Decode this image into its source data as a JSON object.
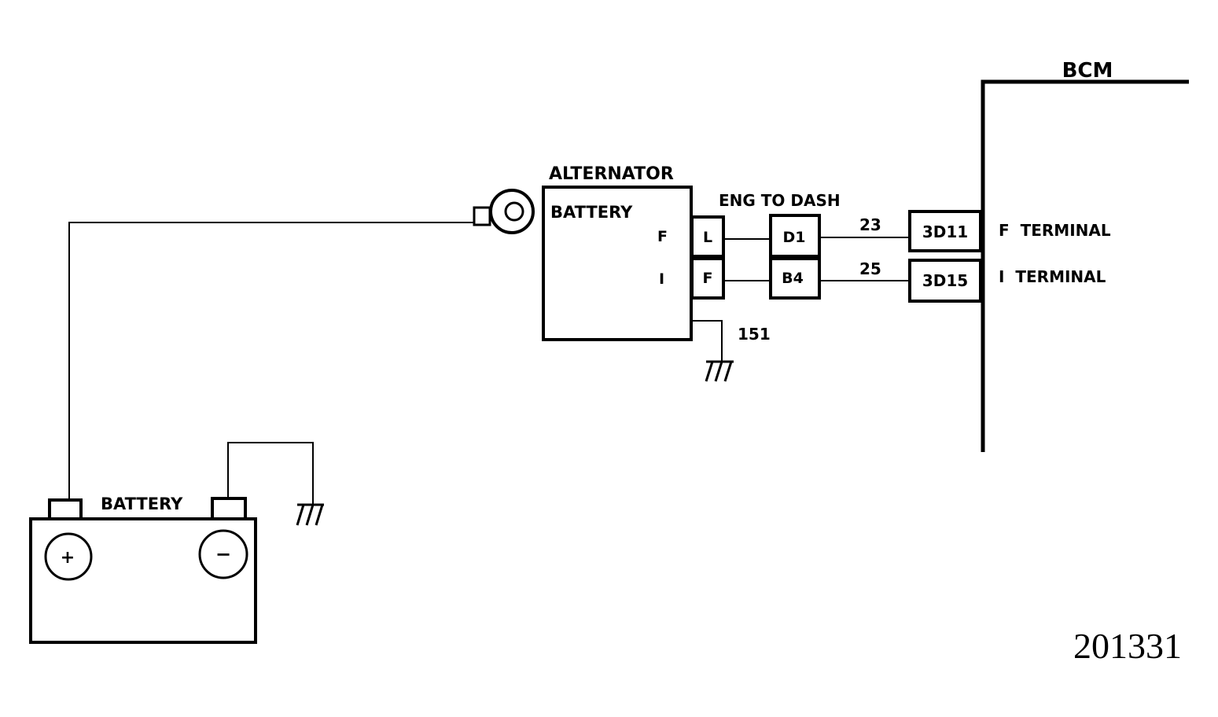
{
  "labels": {
    "bcm": "BCM",
    "alternator": "ALTERNATOR",
    "alternator_battery": "BATTERY",
    "alternator_f": "F",
    "alternator_i": "I",
    "pin_l": "L",
    "pin_f": "F",
    "eng_to_dash": "ENG TO DASH",
    "conn_d1": "D1",
    "conn_b4": "B4",
    "wire_23": "23",
    "wire_25": "25",
    "ground_151": "151",
    "bcm_3d11": "3D11",
    "bcm_3d15": "3D15",
    "f_terminal": "F  TERMINAL",
    "i_terminal": "I  TERMINAL",
    "battery": "BATTERY",
    "battery_plus": "+",
    "battery_minus": "−",
    "figure_number": "201331"
  },
  "colors": {
    "ink": "#000000",
    "paper": "#ffffff"
  }
}
